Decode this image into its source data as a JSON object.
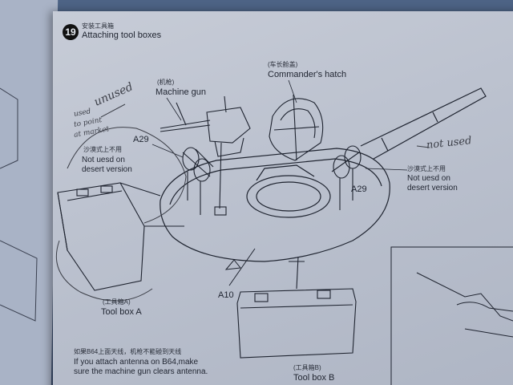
{
  "step": {
    "number": "19",
    "title_cn": "安装工具箱",
    "title_en": "Attaching tool boxes"
  },
  "labels": {
    "commander_cn": "(车长舱盖)",
    "commander_en": "Commander's hatch",
    "machine_gun_cn": "(机枪)",
    "machine_gun_en": "Machine gun",
    "not_used_left_cn": "沙漠式上不用",
    "not_used_left_line1": "Not uesd on",
    "not_used_left_line2": "desert version",
    "not_used_right_cn": "沙漠式上不用",
    "not_used_right_line1": "Not uesd on",
    "not_used_right_line2": "desert version",
    "part_a29_left": "A29",
    "part_a29_right": "A29",
    "part_a10": "A10",
    "toolbox_a_cn": "(工具箱A)",
    "toolbox_a_en": "Tool box A",
    "toolbox_b_cn": "(工具箱B)",
    "toolbox_b_en": "Tool box B",
    "antenna_note_cn": "如果B64上面天线，机枪不能碰到天线",
    "antenna_note_line1": "If you attach antenna on B64,make",
    "antenna_note_line2": "sure the machine gun clears antenna."
  },
  "handwriting": {
    "unused": "unused",
    "note_line1": "used",
    "note_line2": "to point",
    "note_line3": "at market",
    "not_used": "not used"
  },
  "colors": {
    "ink": "#1f2430",
    "pencil": "#3c3f48",
    "paper": "#c2c8d4",
    "backdrop": "#3a4d6e"
  }
}
